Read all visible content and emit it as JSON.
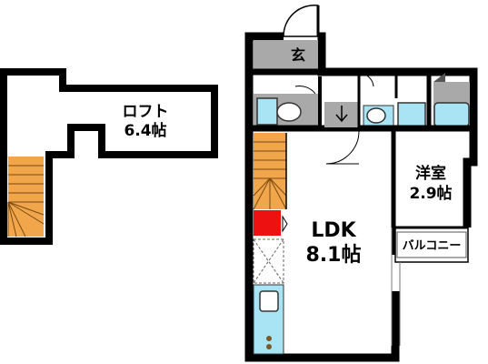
{
  "rooms": {
    "loft": {
      "name": "ロフト",
      "size": "6.4帖"
    },
    "ldk": {
      "name": "LDK",
      "size": "8.1帖"
    },
    "western": {
      "name": "洋室",
      "size": "2.9帖"
    },
    "entrance": {
      "name": "玄"
    },
    "balcony": {
      "name": "バルコニー"
    }
  },
  "colors": {
    "wall": "#000000",
    "fixture_gray": "#a9a9a9",
    "fixture_blue": "#a8e4f4",
    "stair_orange": "#f1a64c",
    "highlight_red": "#ee1111"
  }
}
